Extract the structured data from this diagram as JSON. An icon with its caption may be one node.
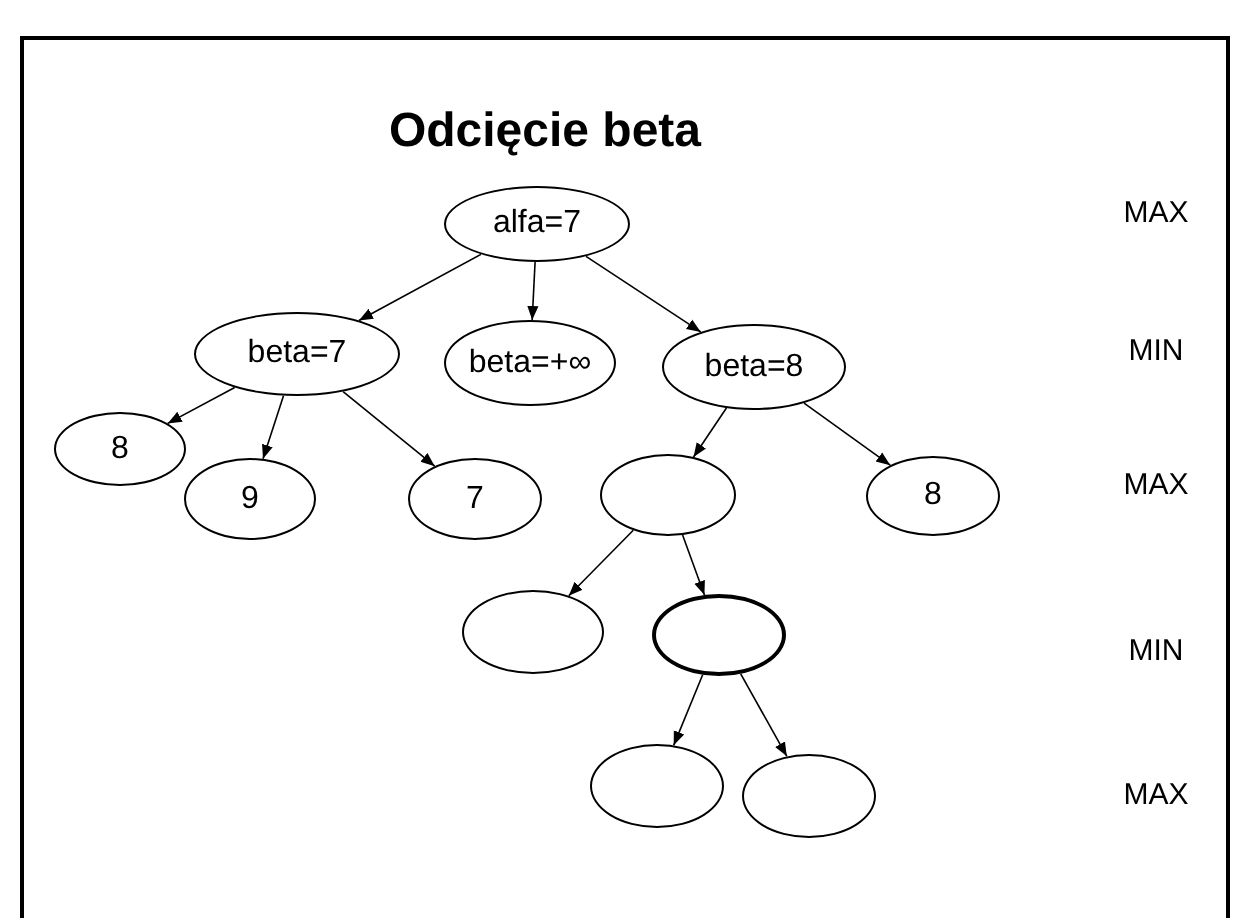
{
  "diagram": {
    "title": "Odcięcie beta",
    "nodes": [
      {
        "text": [
          "alfa=7"
        ]
      },
      {
        "text": [
          "beta=7"
        ]
      },
      {
        "text": [
          "beta=+∞"
        ]
      },
      {
        "text": [
          "beta=8"
        ]
      },
      {
        "text": [
          "8"
        ]
      },
      {
        "text": [
          "9"
        ]
      },
      {
        "text": [
          "7"
        ]
      },
      {
        "text": [],
        "shape": "ellipse"
      },
      {
        "text": [
          "8"
        ]
      },
      {
        "text": [],
        "shape": "ellipse"
      },
      {
        "text": [],
        "shape": "ellipse"
      },
      {
        "text": [],
        "shape": "ellipse"
      },
      {
        "text": [],
        "shape": "ellipse"
      }
    ],
    "edges": [
      {
        "from": 0,
        "to": 1,
        "arrow": "to"
      },
      {
        "from": 0,
        "to": 2,
        "arrow": "to"
      },
      {
        "from": 0,
        "to": 3,
        "arrow": "to"
      },
      {
        "from": 1,
        "to": 4,
        "arrow": "to"
      },
      {
        "from": 1,
        "to": 5,
        "arrow": "to"
      },
      {
        "from": 1,
        "to": 6,
        "arrow": "to"
      },
      {
        "from": 3,
        "to": 7,
        "arrow": "to"
      },
      {
        "from": 3,
        "to": 8,
        "arrow": "to"
      },
      {
        "from": 7,
        "to": 9,
        "arrow": "to"
      },
      {
        "from": 7,
        "to": 10,
        "arrow": "to"
      },
      {
        "from": 10,
        "to": 11,
        "arrow": "to"
      },
      {
        "from": 10,
        "to": 12,
        "arrow": "to"
      }
    ],
    "labels": [
      "MAX",
      "MIN",
      "MAX",
      "MIN",
      "MAX"
    ]
  }
}
